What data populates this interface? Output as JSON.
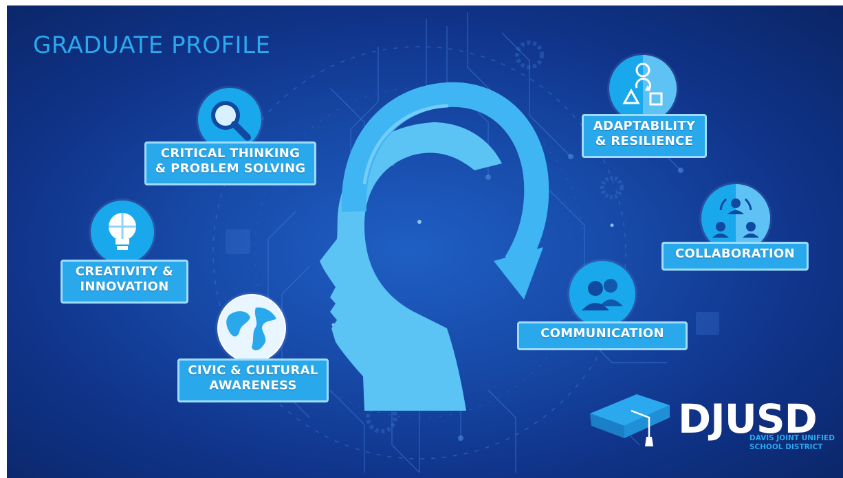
{
  "title": "GRADUATE PROFILE",
  "skills": {
    "critical": {
      "line1": "CRITICAL THINKING",
      "line2": "& PROBLEM SOLVING",
      "icon": "magnifier-icon"
    },
    "creativity": {
      "line1": "CREATIVITY &",
      "line2": "INNOVATION",
      "icon": "lightbulb-puzzle-icon"
    },
    "civic": {
      "line1": "CIVIC & CULTURAL",
      "line2": "AWARENESS",
      "icon": "globe-icon"
    },
    "adaptability": {
      "line1": "ADAPTABILITY",
      "line2": "& RESILIENCE",
      "icon": "shapes-cycle-icon"
    },
    "collaboration": {
      "line1": "COLLABORATION",
      "icon": "people-network-icon"
    },
    "communication": {
      "line1": "COMMUNICATION",
      "icon": "people-talking-icon"
    }
  },
  "logo": {
    "name": "DJUSD",
    "line1": "DAVIS JOINT UNIFIED",
    "line2": "SCHOOL DISTRICT",
    "icon": "graduation-cap-icon"
  },
  "colors": {
    "background": "#174aa8",
    "accent": "#29a9ec",
    "head": "#5cc3f5",
    "title": "#2ba8ee"
  }
}
